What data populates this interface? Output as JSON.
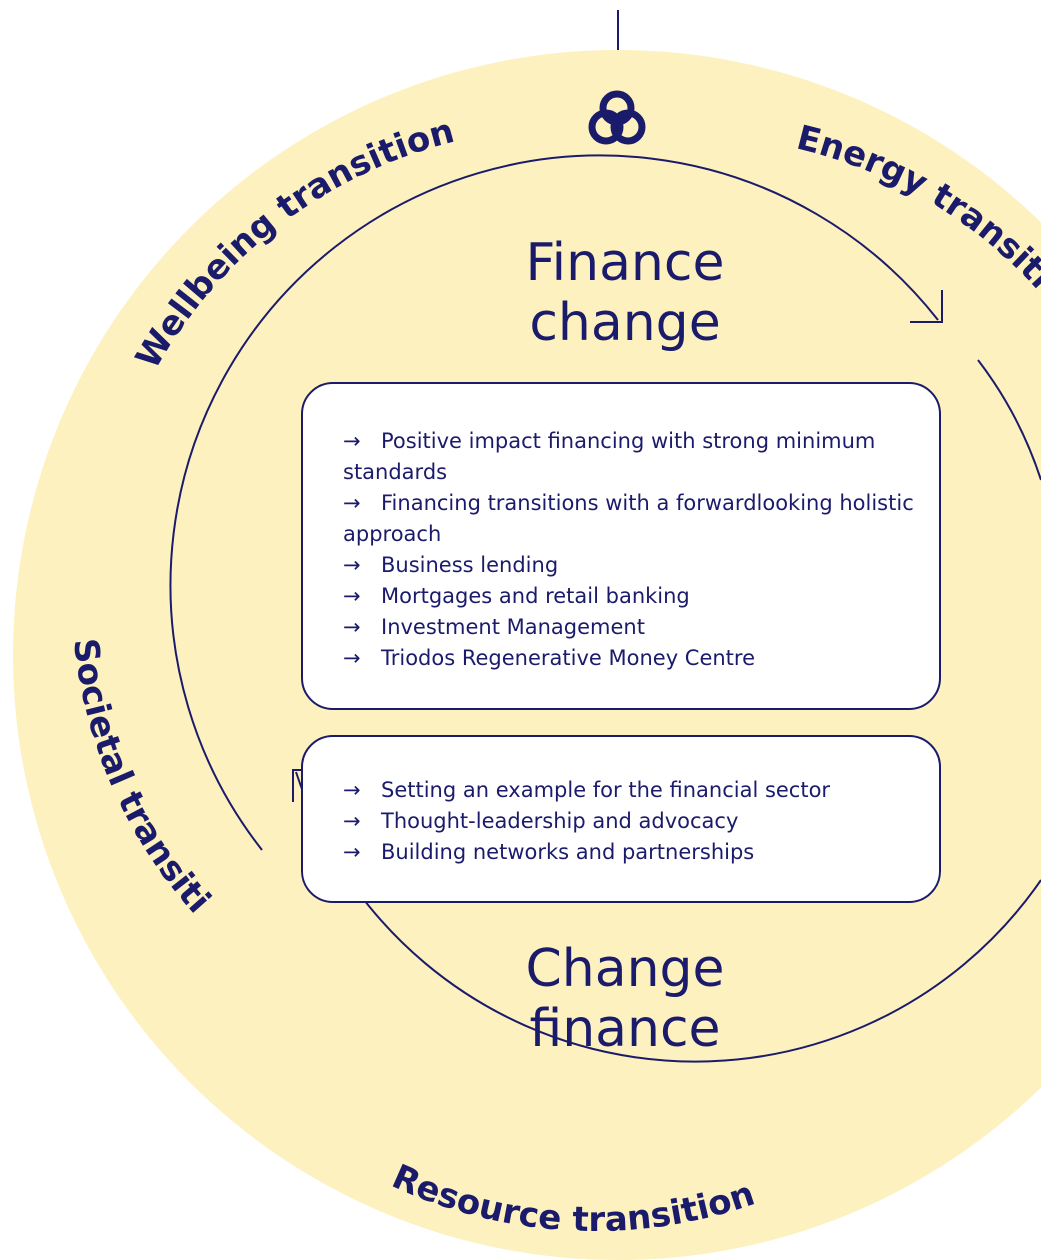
{
  "colors": {
    "ring": "#fdf1bf",
    "ink": "#1b1b6b",
    "box_fill": "#ffffff"
  },
  "logo_icon": "triodos-knot-logo",
  "ring_labels": {
    "wellbeing": "Wellbeing transition",
    "energy": "Energy transition",
    "societal": "Societal transition",
    "resource": "Resource transition"
  },
  "center": {
    "top_title": "Finance\nchange",
    "bottom_title": "Change\nfinance"
  },
  "arrow_glyph": "→",
  "finance_change_items": [
    "Positive impact financing with strong minimum standards",
    "Financing transitions with a forwardlooking holistic approach",
    "Business lending",
    "Mortgages and retail banking",
    "Investment Management",
    "Triodos Regenerative Money Centre"
  ],
  "change_finance_items": [
    "Setting an example for the financial sector",
    "Thought-leadership and advocacy",
    "Building networks and partnerships"
  ]
}
